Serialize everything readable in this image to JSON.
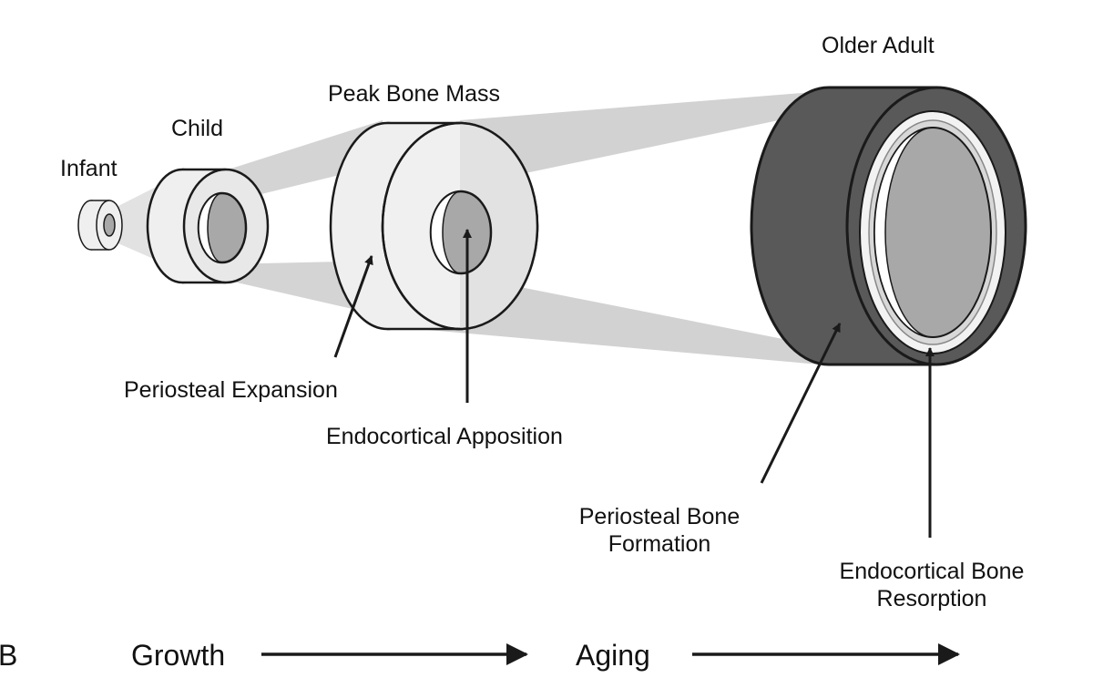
{
  "stages": {
    "infant": "Infant",
    "child": "Child",
    "peak": "Peak Bone Mass",
    "older": "Older Adult"
  },
  "processes": {
    "periosteal_expansion": "Periosteal Expansion",
    "endocortical_apposition": "Endocortical Apposition",
    "periosteal_formation": [
      "Periosteal Bone",
      "Formation"
    ],
    "endocortical_resorption": [
      "Endocortical Bone",
      "Resorption"
    ]
  },
  "timeline": {
    "panel_letter": "B",
    "growth": "Growth",
    "aging": "Aging"
  },
  "colors": {
    "outline": "#1a1a1a",
    "cone": "#d2d2d2",
    "light_face": "#efefef",
    "mid_gray": "#a8a8a8",
    "dark_gray": "#595959"
  }
}
